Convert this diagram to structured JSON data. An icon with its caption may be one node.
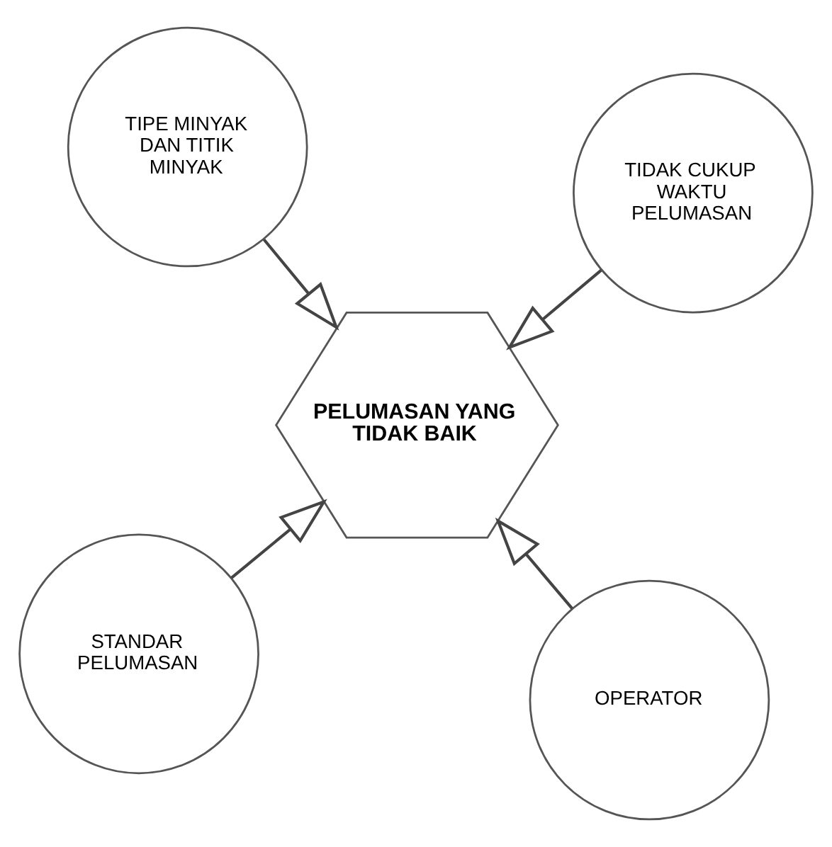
{
  "diagram": {
    "nodes": [
      {
        "text": [
          "STANDAR PELUMASAN"
        ]
      },
      {
        "text": [
          "OPERATOR"
        ]
      },
      {
        "text": [
          "PELUMASAN YANG TIDAK BAIK"
        ]
      },
      {
        "text": [
          "TIPE MINYAK DAN TITIK MINYAK"
        ]
      },
      {
        "text": [
          "TIDAK CUKUP WAKTU PELUMASAN"
        ]
      }
    ],
    "edges": [
      {
        "from": 0,
        "to": 2,
        "arrow": "to"
      },
      {
        "from": 1,
        "to": 2,
        "arrow": "to"
      },
      {
        "from": 3,
        "to": 2,
        "arrow": "to"
      },
      {
        "from": 4,
        "to": 2,
        "arrow": "to"
      }
    ]
  }
}
